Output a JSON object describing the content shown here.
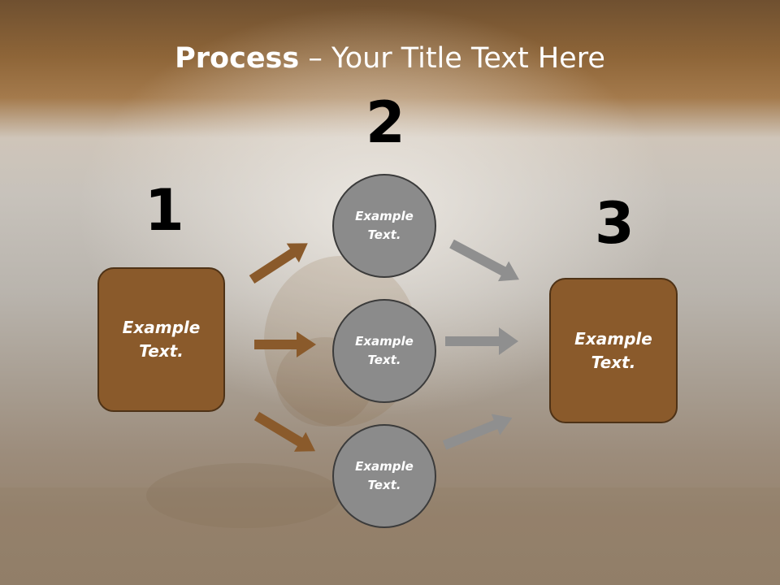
{
  "slide": {
    "title_bold": "Process",
    "title_rest": " – Your Title Text Here",
    "colors": {
      "brown": "#8a5a2b",
      "brown_border": "#4e3216",
      "gray": "#8b8b8b",
      "gray_arrow": "#8f8f8f",
      "header": "#8e6538"
    }
  },
  "steps": [
    {
      "number": "1",
      "line1": "Example",
      "line2": "Text."
    },
    {
      "number": "2",
      "line1": "Example",
      "line2": "Text."
    },
    {
      "number": "3",
      "line1": "Example",
      "line2": "Text."
    }
  ],
  "circles": [
    {
      "line1": "Example",
      "line2": "Text."
    },
    {
      "line1": "Example",
      "line2": "Text."
    },
    {
      "line1": "Example",
      "line2": "Text."
    }
  ]
}
